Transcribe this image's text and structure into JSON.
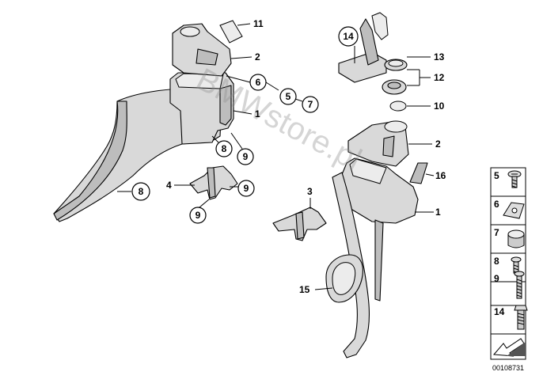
{
  "diagram": {
    "watermark": "BMWstore.pl",
    "diagram_code": "00108731",
    "callouts": [
      {
        "id": "c11",
        "number": "11",
        "circled": false
      },
      {
        "id": "c2a",
        "number": "2",
        "circled": false
      },
      {
        "id": "c6",
        "number": "6",
        "circled": true
      },
      {
        "id": "c5",
        "number": "5",
        "circled": true
      },
      {
        "id": "c7",
        "number": "7",
        "circled": true
      },
      {
        "id": "c1a",
        "number": "1",
        "circled": false
      },
      {
        "id": "c8a",
        "number": "8",
        "circled": true
      },
      {
        "id": "c9a",
        "number": "9",
        "circled": true
      },
      {
        "id": "c4",
        "number": "4",
        "circled": false
      },
      {
        "id": "c9b",
        "number": "9",
        "circled": true
      },
      {
        "id": "c9c",
        "number": "9",
        "circled": true
      },
      {
        "id": "c8b",
        "number": "8",
        "circled": true
      },
      {
        "id": "c14",
        "number": "14",
        "circled": true
      },
      {
        "id": "c13",
        "number": "13",
        "circled": false
      },
      {
        "id": "c12",
        "number": "12",
        "circled": false
      },
      {
        "id": "c10",
        "number": "10",
        "circled": false
      },
      {
        "id": "c2b",
        "number": "2",
        "circled": false
      },
      {
        "id": "c16",
        "number": "16",
        "circled": false
      },
      {
        "id": "c3",
        "number": "3",
        "circled": false
      },
      {
        "id": "c1b",
        "number": "1",
        "circled": false
      },
      {
        "id": "c15",
        "number": "15",
        "circled": false
      }
    ],
    "legend": [
      {
        "number": "5",
        "icon": "screw-icon"
      },
      {
        "number": "6",
        "icon": "clip-nut-icon"
      },
      {
        "number": "7",
        "icon": "cap-icon"
      },
      {
        "number": "8",
        "icon": "screw-icon"
      },
      {
        "number": "9",
        "icon": "long-screw-icon"
      },
      {
        "number": "14",
        "icon": "hex-bolt-icon"
      },
      {
        "number": "",
        "icon": "arrow-icon"
      }
    ]
  }
}
